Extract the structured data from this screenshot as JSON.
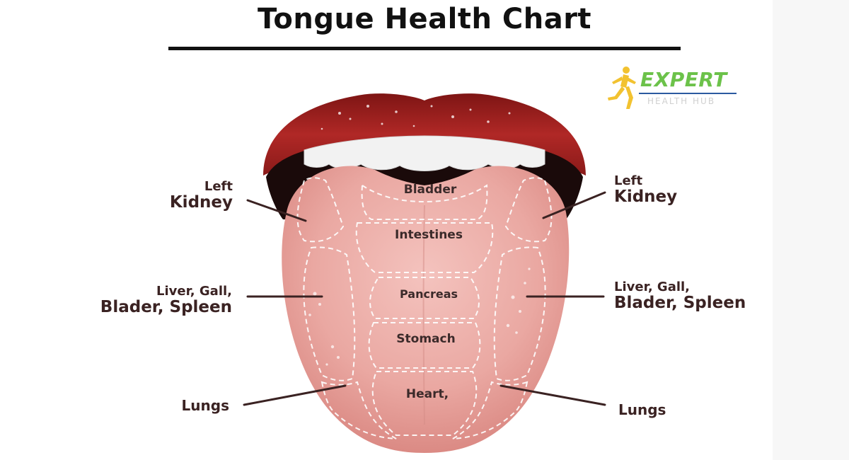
{
  "title": "Tongue Health Chart",
  "logo": {
    "brand": "EXPERT",
    "sub": "HEALTH HUB"
  },
  "zones": {
    "bladder": "Bladder",
    "intestines": "Intestines",
    "pancreas": "Pancreas",
    "stomach": "Stomach",
    "heart": "Heart,"
  },
  "left_labels": {
    "kidney_1": "Left",
    "kidney_2": "Kidney",
    "liver_1": "Liver, Gall,",
    "liver_2": "Blader, Spleen",
    "lungs": "Lungs"
  },
  "right_labels": {
    "kidney_1": "Left",
    "kidney_2": "Kidney",
    "liver_1": "Liver, Gall,",
    "liver_2": "Blader, Spleen",
    "lungs": "Lungs"
  },
  "colors": {
    "lip": "#a3201f",
    "tongue": "#e8a5a0",
    "leader_line": "#3a2222",
    "logo_green": "#6cc24a",
    "logo_runner": "#f2c230"
  }
}
